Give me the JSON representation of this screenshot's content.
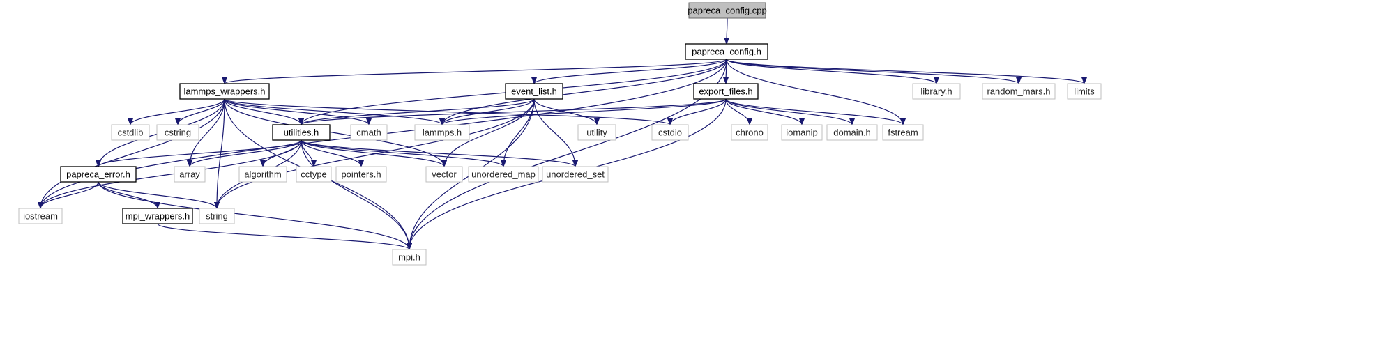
{
  "nodes": [
    {
      "id": "papreca_config_cpp",
      "label": "papreca_config.cpp",
      "kind": "root"
    },
    {
      "id": "papreca_config_h",
      "label": "papreca_config.h",
      "kind": "header"
    },
    {
      "id": "lammps_wrappers_h",
      "label": "lammps_wrappers.h",
      "kind": "header"
    },
    {
      "id": "event_list_h",
      "label": "event_list.h",
      "kind": "header"
    },
    {
      "id": "export_files_h",
      "label": "export_files.h",
      "kind": "header"
    },
    {
      "id": "library_h",
      "label": "library.h",
      "kind": "system"
    },
    {
      "id": "random_mars_h",
      "label": "random_mars.h",
      "kind": "system"
    },
    {
      "id": "limits",
      "label": "limits",
      "kind": "system"
    },
    {
      "id": "cstdlib",
      "label": "cstdlib",
      "kind": "system"
    },
    {
      "id": "cstring",
      "label": "cstring",
      "kind": "system"
    },
    {
      "id": "cmath",
      "label": "cmath",
      "kind": "system"
    },
    {
      "id": "lammps_h",
      "label": "lammps.h",
      "kind": "system"
    },
    {
      "id": "utility",
      "label": "utility",
      "kind": "system"
    },
    {
      "id": "cstdio",
      "label": "cstdio",
      "kind": "system"
    },
    {
      "id": "chrono",
      "label": "chrono",
      "kind": "system"
    },
    {
      "id": "iomanip",
      "label": "iomanip",
      "kind": "system"
    },
    {
      "id": "domain_h",
      "label": "domain.h",
      "kind": "system"
    },
    {
      "id": "fstream",
      "label": "fstream",
      "kind": "system"
    },
    {
      "id": "utilities_h",
      "label": "utilities.h",
      "kind": "header"
    },
    {
      "id": "papreca_error_h",
      "label": "papreca_error.h",
      "kind": "header"
    },
    {
      "id": "array",
      "label": "array",
      "kind": "system"
    },
    {
      "id": "algorithm",
      "label": "algorithm",
      "kind": "system"
    },
    {
      "id": "cctype",
      "label": "cctype",
      "kind": "system"
    },
    {
      "id": "pointers_h",
      "label": "pointers.h",
      "kind": "system"
    },
    {
      "id": "vector",
      "label": "vector",
      "kind": "system"
    },
    {
      "id": "unordered_map",
      "label": "unordered_map",
      "kind": "system"
    },
    {
      "id": "unordered_set",
      "label": "unordered_set",
      "kind": "system"
    },
    {
      "id": "iostream",
      "label": "iostream",
      "kind": "system"
    },
    {
      "id": "mpi_wrappers_h",
      "label": "mpi_wrappers.h",
      "kind": "header"
    },
    {
      "id": "string",
      "label": "string",
      "kind": "system"
    },
    {
      "id": "mpi_h",
      "label": "mpi.h",
      "kind": "system"
    }
  ],
  "edges": [
    [
      "papreca_config_cpp",
      "papreca_config_h"
    ],
    [
      "papreca_config_h",
      "lammps_wrappers_h"
    ],
    [
      "papreca_config_h",
      "event_list_h"
    ],
    [
      "papreca_config_h",
      "export_files_h"
    ],
    [
      "papreca_config_h",
      "library_h"
    ],
    [
      "papreca_config_h",
      "random_mars_h"
    ],
    [
      "papreca_config_h",
      "limits"
    ],
    [
      "papreca_config_h",
      "iostream"
    ],
    [
      "papreca_config_h",
      "lammps_h"
    ],
    [
      "papreca_config_h",
      "utilities_h"
    ],
    [
      "papreca_config_h",
      "fstream"
    ],
    [
      "papreca_config_h",
      "mpi_h"
    ],
    [
      "lammps_wrappers_h",
      "cstdlib"
    ],
    [
      "lammps_wrappers_h",
      "cstring"
    ],
    [
      "lammps_wrappers_h",
      "cmath"
    ],
    [
      "lammps_wrappers_h",
      "lammps_h"
    ],
    [
      "lammps_wrappers_h",
      "cstdio"
    ],
    [
      "lammps_wrappers_h",
      "utilities_h"
    ],
    [
      "lammps_wrappers_h",
      "papreca_error_h"
    ],
    [
      "lammps_wrappers_h",
      "array"
    ],
    [
      "lammps_wrappers_h",
      "vector"
    ],
    [
      "lammps_wrappers_h",
      "string"
    ],
    [
      "lammps_wrappers_h",
      "iostream"
    ],
    [
      "lammps_wrappers_h",
      "mpi_h"
    ],
    [
      "event_list_h",
      "utilities_h"
    ],
    [
      "event_list_h",
      "lammps_h"
    ],
    [
      "event_list_h",
      "utility"
    ],
    [
      "event_list_h",
      "vector"
    ],
    [
      "event_list_h",
      "unordered_map"
    ],
    [
      "event_list_h",
      "unordered_set"
    ],
    [
      "event_list_h",
      "string"
    ],
    [
      "event_list_h",
      "mpi_h"
    ],
    [
      "export_files_h",
      "utilities_h"
    ],
    [
      "export_files_h",
      "lammps_h"
    ],
    [
      "export_files_h",
      "cstdio"
    ],
    [
      "export_files_h",
      "chrono"
    ],
    [
      "export_files_h",
      "iomanip"
    ],
    [
      "export_files_h",
      "domain_h"
    ],
    [
      "export_files_h",
      "fstream"
    ],
    [
      "export_files_h",
      "mpi_h"
    ],
    [
      "utilities_h",
      "papreca_error_h"
    ],
    [
      "utilities_h",
      "array"
    ],
    [
      "utilities_h",
      "algorithm"
    ],
    [
      "utilities_h",
      "cctype"
    ],
    [
      "utilities_h",
      "pointers_h"
    ],
    [
      "utilities_h",
      "vector"
    ],
    [
      "utilities_h",
      "unordered_map"
    ],
    [
      "utilities_h",
      "unordered_set"
    ],
    [
      "utilities_h",
      "iostream"
    ],
    [
      "utilities_h",
      "string"
    ],
    [
      "utilities_h",
      "mpi_h"
    ],
    [
      "papreca_error_h",
      "iostream"
    ],
    [
      "papreca_error_h",
      "mpi_wrappers_h"
    ],
    [
      "papreca_error_h",
      "string"
    ],
    [
      "papreca_error_h",
      "mpi_h"
    ],
    [
      "mpi_wrappers_h",
      "mpi_h"
    ]
  ],
  "colors": {
    "edge": "#191970",
    "header_border": "#000000",
    "system_border": "#bfbfbf",
    "root_fill": "#bfbfbf",
    "root_border": "#666666"
  }
}
